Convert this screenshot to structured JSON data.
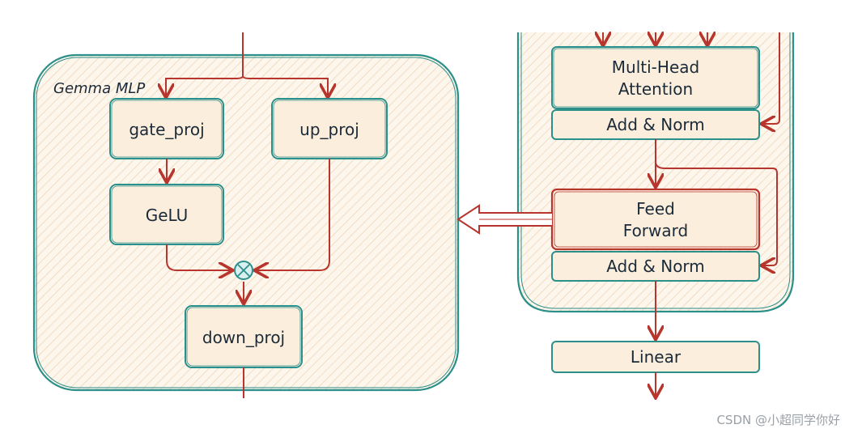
{
  "mlp": {
    "title": "Gemma MLP",
    "gate_proj": "gate_proj",
    "up_proj": "up_proj",
    "gelu": "GeLU",
    "down_proj": "down_proj"
  },
  "decoder": {
    "attention_line1": "Multi-Head",
    "attention_line2": "Attention",
    "add_norm_1": "Add & Norm",
    "feed_forward_line1": "Feed",
    "feed_forward_line2": "Forward",
    "add_norm_2": "Add & Norm",
    "linear": "Linear"
  },
  "watermark": "CSDN @小超同学你好",
  "colors": {
    "teal": "#2b8f8a",
    "arrow": "#b7352c",
    "fill": "#fbeedd",
    "text": "#1b2a38"
  }
}
